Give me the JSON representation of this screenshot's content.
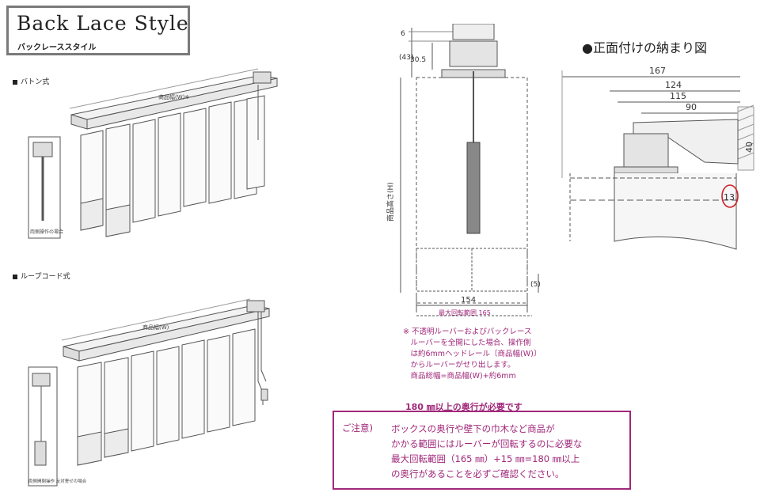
{
  "title": {
    "main": "Back Lace Style",
    "sub": "バックレーススタイル"
  },
  "sections": [
    {
      "label": "バトン式",
      "width_label": "商品幅(W)※",
      "handle_caption": "両側操作の場合"
    },
    {
      "label": "ループコード式",
      "width_label": "商品幅(W)",
      "handle_caption": "両側開閉操作\n反対寄せの場合"
    }
  ],
  "side_view": {
    "dims": [
      "6",
      "(43)",
      "30.5",
      "154",
      "(5)"
    ],
    "height_label": "商品高さ(H)",
    "rotation_label": "最大回転範囲 165"
  },
  "front_view": {
    "title": "●正面付けの納まり図",
    "dims": [
      "167",
      "124",
      "115",
      "90",
      "40",
      "13"
    ]
  },
  "note": "※ 不透明ルーバーおよびバックレース\n　ルーバーを全開にした場合、操作側\n　は約6mmヘッドレール〔商品幅(W)〕\n　からルーバーがせり出します。\n　商品総幅=商品幅(W)+約6mm",
  "requirement": "180 ㎜以上の奥行が必要です",
  "caution": {
    "label": "ご注意)",
    "body": "ボックスの奥行や壁下の巾木など商品が\nかかる範囲にはルーバーが回転するのに必要な\n最大回転範囲（165 ㎜）+15 ㎜=180 ㎜以上\nの奥行があることを必ずご確認ください。"
  },
  "colors": {
    "accent": "#a0287a",
    "circle": "#d0202a",
    "line": "#555555"
  }
}
